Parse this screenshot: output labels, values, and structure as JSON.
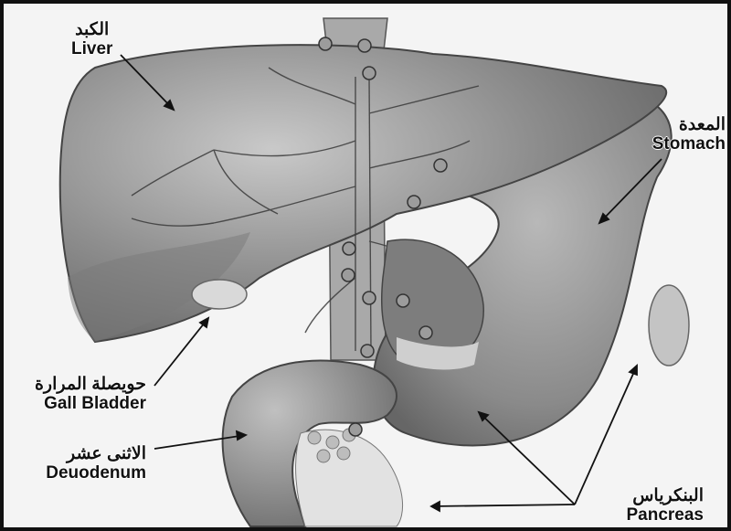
{
  "labels": {
    "liver": {
      "ar": "الكبد",
      "en": "Liver"
    },
    "stomach": {
      "ar": "المعدة",
      "en": "Stomach"
    },
    "gall_bladder": {
      "ar": "حويصلة المرارة",
      "en": "Gall Bladder"
    },
    "duodenum": {
      "ar": "الاثنى عشر",
      "en": "Deuodenum"
    },
    "pancreas": {
      "ar": "البنكرياس",
      "en": "Pancreas"
    }
  },
  "colors": {
    "organ_fill": "#8c8c8c",
    "organ_dark": "#5a5a5a",
    "highlight": "#d0d0d0",
    "background": "#f4f4f4",
    "border": "#111111"
  }
}
